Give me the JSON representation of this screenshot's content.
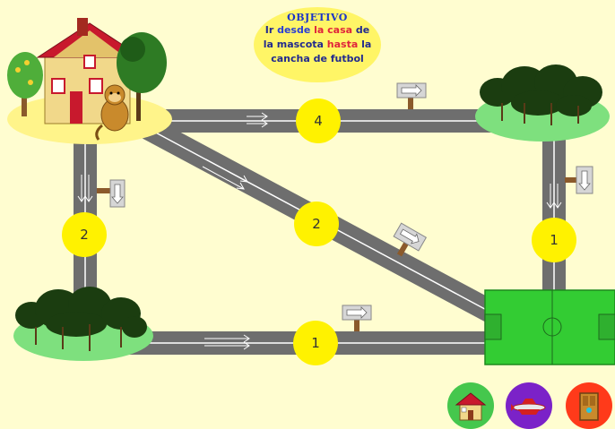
{
  "objective": {
    "title": "OBJETIVO",
    "line1_a": "Ir ",
    "line1_b": "desde ",
    "line1_c": "la casa ",
    "line1_d": "de",
    "line2_a": "la mascota ",
    "line2_b": "hasta ",
    "line2_c": "la",
    "line3": "cancha de futbol"
  },
  "steps": {
    "top": "4",
    "left": "2",
    "diagonal": "2",
    "right": "1",
    "bottom": "1"
  },
  "colors": {
    "background": "#fffdd0",
    "road": "#6e6e6e",
    "step_marker": "#fff200",
    "field": "#33cc33",
    "grass": "#7ee07e"
  },
  "buttons": {
    "home": "house-icon",
    "pet": "airplane-icon",
    "exit": "door-icon"
  }
}
